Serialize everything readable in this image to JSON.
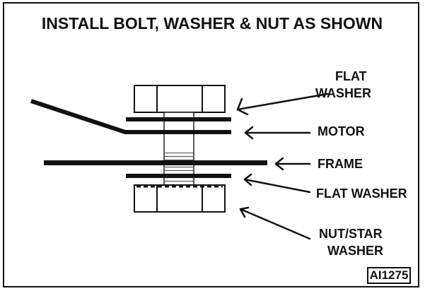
{
  "title": "INSTALL BOLT, WASHER & NUT AS SHOWN",
  "labels": {
    "flat_washer_top_line1": "FLAT",
    "flat_washer_top_line2": "WASHER",
    "motor": "MOTOR",
    "frame": "FRAME",
    "flat_washer_bottom": "FLAT WASHER",
    "nut_line1": "NUT/STAR",
    "nut_line2": "WASHER"
  },
  "figure_code": "AI1275",
  "colors": {
    "ink": "#111111",
    "background": "#ffffff"
  }
}
